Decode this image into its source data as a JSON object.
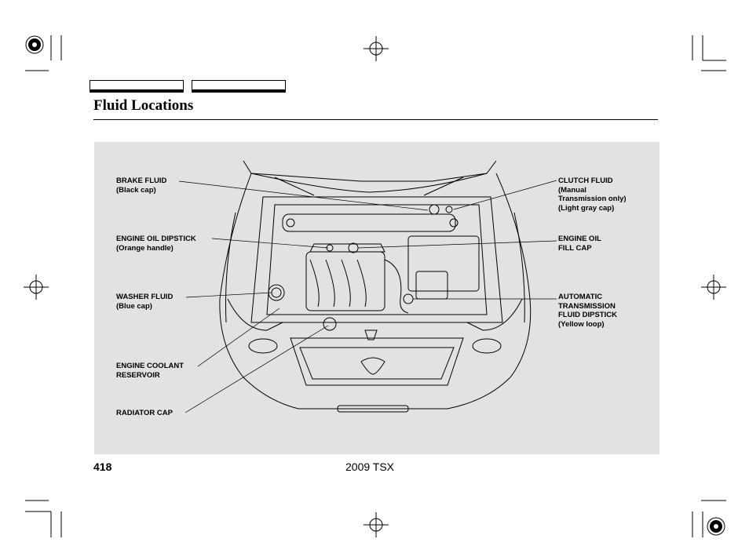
{
  "page": {
    "title": "Fluid Locations",
    "number": "418",
    "footer": "2009  TSX"
  },
  "labels": {
    "brake_fluid": [
      "BRAKE FLUID",
      "(Black cap)"
    ],
    "engine_oil_dipstick": [
      "ENGINE OIL DIPSTICK",
      "(Orange handle)"
    ],
    "washer_fluid": [
      "WASHER FLUID",
      "(Blue cap)"
    ],
    "engine_coolant_reservoir": [
      "ENGINE COOLANT",
      "RESERVOIR"
    ],
    "radiator_cap": [
      "RADIATOR CAP"
    ],
    "clutch_fluid": [
      "CLUTCH FLUID",
      "(Manual",
      "Transmission only)",
      "(Light gray cap)"
    ],
    "engine_oil_fill_cap": [
      "ENGINE OIL",
      "FILL CAP"
    ],
    "automatic_transmission_fluid_dipstick": [
      "AUTOMATIC",
      "TRANSMISSION",
      "FLUID DIPSTICK",
      "(Yellow loop)"
    ]
  },
  "colors": {
    "figure_background": "#e2e2e2",
    "line": "#000000"
  }
}
